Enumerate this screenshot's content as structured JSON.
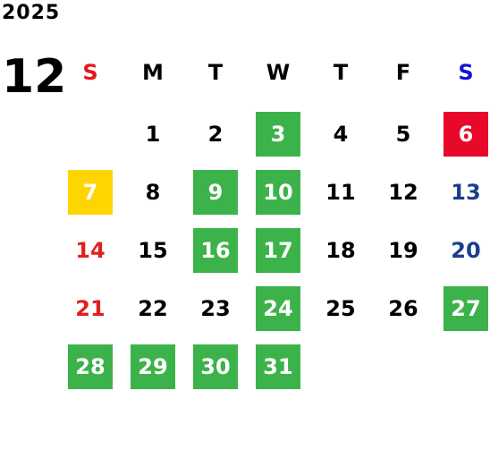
{
  "calendar": {
    "year": "2025",
    "month": "12",
    "weekday_headers": [
      "S",
      "M",
      "T",
      "W",
      "T",
      "F",
      "S"
    ],
    "first_weekday_index": 1,
    "days": [
      {
        "day": "1",
        "style": "normal"
      },
      {
        "day": "2",
        "style": "normal"
      },
      {
        "day": "3",
        "style": "green"
      },
      {
        "day": "4",
        "style": "normal"
      },
      {
        "day": "5",
        "style": "normal"
      },
      {
        "day": "6",
        "style": "red"
      },
      {
        "day": "7",
        "style": "yellow"
      },
      {
        "day": "8",
        "style": "normal"
      },
      {
        "day": "9",
        "style": "green"
      },
      {
        "day": "10",
        "style": "green"
      },
      {
        "day": "11",
        "style": "normal"
      },
      {
        "day": "12",
        "style": "normal"
      },
      {
        "day": "13",
        "style": "saturday"
      },
      {
        "day": "14",
        "style": "sunday"
      },
      {
        "day": "15",
        "style": "normal"
      },
      {
        "day": "16",
        "style": "green"
      },
      {
        "day": "17",
        "style": "green"
      },
      {
        "day": "18",
        "style": "normal"
      },
      {
        "day": "19",
        "style": "normal"
      },
      {
        "day": "20",
        "style": "saturday"
      },
      {
        "day": "21",
        "style": "sunday"
      },
      {
        "day": "22",
        "style": "normal"
      },
      {
        "day": "23",
        "style": "normal"
      },
      {
        "day": "24",
        "style": "green"
      },
      {
        "day": "25",
        "style": "normal"
      },
      {
        "day": "26",
        "style": "normal"
      },
      {
        "day": "27",
        "style": "green"
      },
      {
        "day": "28",
        "style": "green"
      },
      {
        "day": "29",
        "style": "green"
      },
      {
        "day": "30",
        "style": "green"
      },
      {
        "day": "31",
        "style": "green"
      }
    ]
  },
  "colors": {
    "sunday_header": "#e8151c",
    "saturday_header": "#1212d8",
    "sunday_text": "#e02020",
    "saturday_text": "#1a3e8c",
    "green_bg": "#3cb34a",
    "red_bg": "#e8082a",
    "yellow_bg": "#ffd500",
    "highlight_text": "#ffffff",
    "normal_text": "#000000"
  }
}
